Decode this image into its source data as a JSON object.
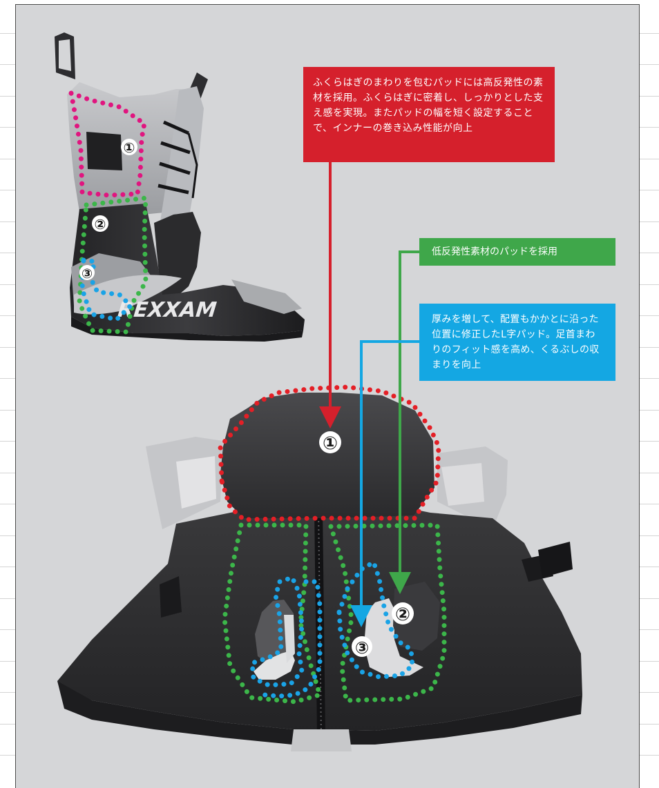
{
  "callouts": {
    "red": {
      "text": "ふくらはぎのまわりを包むパッドには高反発性の素材を採用。ふくらはぎに密着し、しっかりとした支え感を実現。またパッドの幅を短く設定することで、インナーの巻き込み性能が向上",
      "color": "#d5202c"
    },
    "green": {
      "text": "低反発性素材のパッドを採用",
      "color": "#3fa74a"
    },
    "blue": {
      "text": "厚みを増して、配置もかかとに沿った位置に修正したL字パッド。足首まわりのフィット感を高め、くるぶしの収まりを向上",
      "color": "#14a7e3"
    }
  },
  "markers": {
    "one": "①",
    "two": "②",
    "three": "③"
  },
  "boot_brand": "REXXAM",
  "colors": {
    "panel_background": "#d5d6d8",
    "zone1_outline": "#e0157f",
    "zone2_outline": "#3cb64a",
    "zone3_outline": "#1aa3e6",
    "pad_outline_red": "#e41f26",
    "liner_black": "#2f2f31",
    "liner_grey": "#8e9093"
  }
}
